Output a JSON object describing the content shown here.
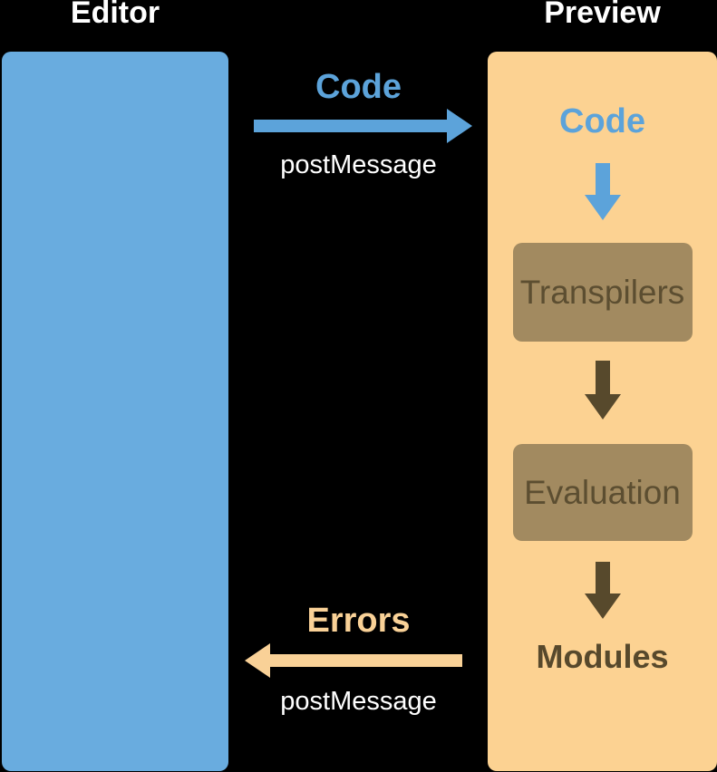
{
  "diagram": {
    "editor": {
      "title": "Editor"
    },
    "preview": {
      "title": "Preview",
      "flow": {
        "input_label": "Code",
        "stages": [
          "Transpilers",
          "Evaluation"
        ],
        "output_label": "Modules"
      }
    },
    "messages": {
      "to_preview": {
        "label": "Code",
        "channel": "postMessage",
        "direction": "editor-to-preview"
      },
      "to_editor": {
        "label": "Errors",
        "channel": "postMessage",
        "direction": "preview-to-editor"
      }
    }
  },
  "colors": {
    "background": "#000000",
    "editor_panel": "#69ACDF",
    "blue_accent": "#5CA3DA",
    "preview_panel": "#FCD292",
    "orange_accent": "#F9D197",
    "stage_box": "#A28A60",
    "dark_brown": "#57492C",
    "stage_text": "#5C4E31",
    "title_text": "#FFFFFF"
  }
}
